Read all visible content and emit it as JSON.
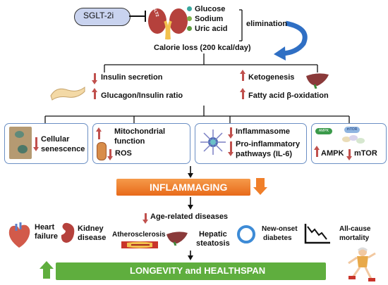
{
  "sglt2i": "SGLT-2i",
  "kidney_label": "SGLT2",
  "glucose": "Glucose",
  "sodium": "Sodium",
  "uric_acid": "Uric acid",
  "elimination": "elimination",
  "calorie_loss": "Calorie loss (200 kcal/day)",
  "insulin_secretion": "Insulin secretion",
  "glucagon_ratio": "Glucagon/Insulin ratio",
  "ketogenesis": "Ketogenesis",
  "fatty_acid": "Fatty acid β-oxidation",
  "cellular_senescence": [
    "Cellular",
    "senescence"
  ],
  "mitochondrial": [
    "Mitochondrial",
    "function"
  ],
  "ros": "ROS",
  "inflammasome": "Inflammasome",
  "pro_inflammatory": [
    "Pro-inflammatory",
    "pathways (IL-6)"
  ],
  "ampk": "AMPK",
  "mtor": "mTOR",
  "pathway_labels": [
    "AMPK",
    "mTOR"
  ],
  "inflammaging": "INFLAMMAGING",
  "age_related": "Age-related diseases",
  "heart_failure": [
    "Heart",
    "failure"
  ],
  "kidney_disease": [
    "Kidney",
    "disease"
  ],
  "atherosclerosis": "Atherosclerosis",
  "hepatic_steatosis": [
    "Hepatic",
    "steatosis"
  ],
  "new_onset_diabetes": [
    "New-onset",
    "diabetes"
  ],
  "all_cause_mortality": [
    "All-cause",
    "mortality"
  ],
  "longevity": "LONGEVITY and HEALTHSPAN",
  "colors": {
    "green_bar": "#5fae3e",
    "orange_bar": "#f07f2a",
    "arrow_red": "#c0504d",
    "box_border": "#6b8fc4",
    "blue_arrow": "#2f6fc4"
  }
}
